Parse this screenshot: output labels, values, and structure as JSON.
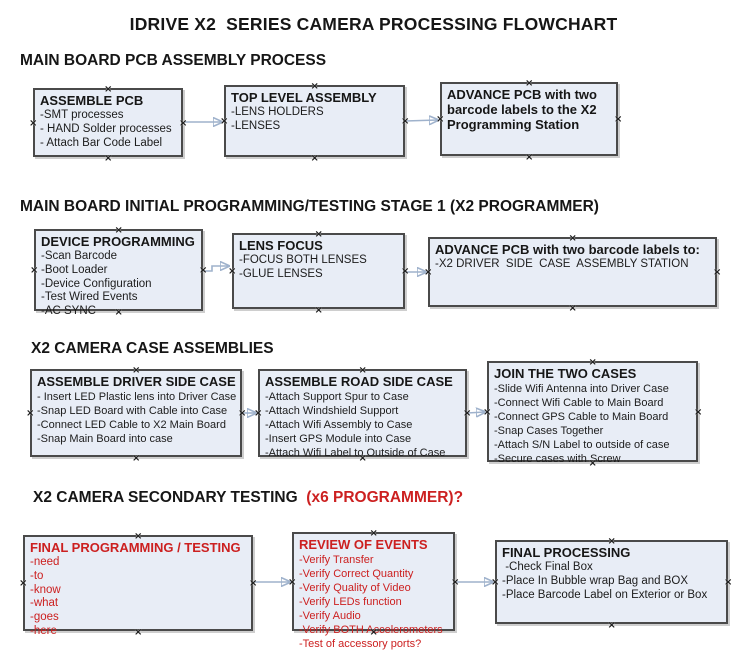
{
  "title": "IDRIVE X2  SERIES CAMERA PROCESSING FLOWCHART",
  "colors": {
    "box_fill": "#e8edf6",
    "box_border": "#4a4a4a",
    "arrow_line": "#9fb2cc",
    "arrow_head": "#31517c",
    "red_text": "#cc2020"
  },
  "sections": [
    {
      "heading": "MAIN BOARD PCB ASSEMBLY PROCESS",
      "heading_accent": "",
      "boxes": [
        {
          "title": "ASSEMBLE PCB",
          "items": [
            "-SMT processes",
            "- HAND Solder processes",
            "- Attach Bar Code Label"
          ]
        },
        {
          "title": "TOP LEVEL ASSEMBLY",
          "items": [
            "-LENS HOLDERS",
            "-LENSES"
          ]
        },
        {
          "title": "ADVANCE PCB with two barcode labels to the  X2 Programming Station",
          "items": []
        }
      ]
    },
    {
      "heading": "MAIN BOARD INITIAL PROGRAMMING/TESTING STAGE 1 (X2 PROGRAMMER)",
      "heading_accent": "",
      "boxes": [
        {
          "title": "DEVICE PROGRAMMING",
          "items": [
            "-Scan Barcode",
            "-Boot Loader",
            "-Device Configuration",
            "-Test Wired Events",
            "-AC SYNC"
          ]
        },
        {
          "title": "LENS FOCUS",
          "items": [
            "-FOCUS BOTH LENSES",
            "-GLUE LENSES"
          ]
        },
        {
          "title": "ADVANCE PCB with two barcode labels to:",
          "items": [
            "-X2 DRIVER  SIDE  CASE  ASSEMBLY STATION"
          ]
        }
      ]
    },
    {
      "heading": "X2 CAMERA CASE ASSEMBLIES",
      "heading_accent": "",
      "boxes": [
        {
          "title": "ASSEMBLE DRIVER SIDE CASE",
          "items": [
            "- Insert LED Plastic lens into Driver Case",
            "-Snap LED Board with Cable into Case",
            "-Connect LED Cable to X2 Main Board",
            "-Snap Main Board into case"
          ]
        },
        {
          "title": "ASSEMBLE ROAD SIDE CASE",
          "items": [
            "-Attach Support Spur to Case",
            "-Attach Windshield Support",
            "-Attach Wifi Assembly to Case",
            "-Insert GPS Module into Case",
            "-Attach Wifi Label to Outside of Case"
          ]
        },
        {
          "title": "JOIN THE TWO CASES",
          "items": [
            "-Slide Wifi Antenna into Driver Case",
            "-Connect Wifi Cable to Main Board",
            "-Connect GPS Cable to Main Board",
            "-Snap Cases Together",
            "-Attach S/N Label to outside of case",
            "-Secure cases with Screw"
          ]
        }
      ]
    },
    {
      "heading": "X2 CAMERA SECONDARY TESTING ",
      "heading_accent": " (x6 PROGRAMMER)?",
      "boxes": [
        {
          "title": "FINAL PROGRAMMING / TESTING",
          "items": [
            "-need",
            "-to",
            "-know",
            "-what",
            "-goes",
            "-here"
          ]
        },
        {
          "title": "REVIEW OF EVENTS",
          "items": [
            "-Verify Transfer",
            "-Verify Correct Quantity",
            "-Verify Quality of Video",
            "-Verify LEDs function",
            "-Verify Audio",
            "-Verify BOTH Accelerometers",
            "-Test of accessory ports?"
          ]
        },
        {
          "title": "FINAL PROCESSING",
          "items": [
            " -Check Final Box",
            "-Place In Bubble wrap Bag and BOX",
            "-Place Barcode Label on Exterior or Box"
          ]
        }
      ]
    }
  ]
}
